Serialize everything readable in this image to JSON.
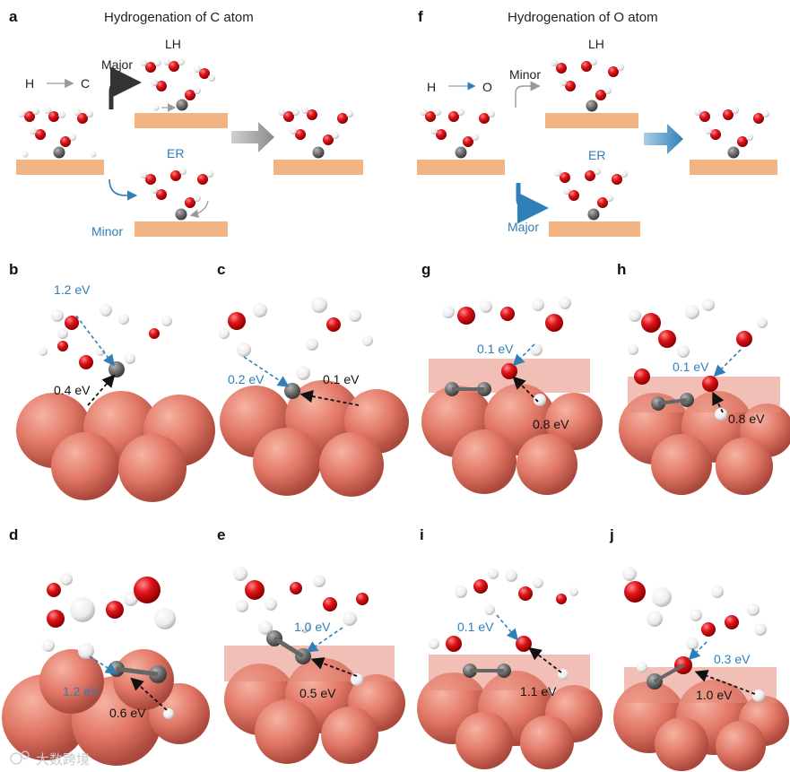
{
  "panels": {
    "a": {
      "letter": "a",
      "title": "Hydrogenation of C atom",
      "from": "H",
      "to": "C",
      "top_path": "LH",
      "top_path_label": "Major",
      "bottom_path": "ER",
      "bottom_path_label": "Minor"
    },
    "f": {
      "letter": "f",
      "title": "Hydrogenation of O atom",
      "from": "H",
      "to": "O",
      "top_path": "LH",
      "top_path_label": "Minor",
      "bottom_path": "ER",
      "bottom_path_label": "Major"
    },
    "b": {
      "letter": "b",
      "ev_blue": "1.2 eV",
      "ev_black": "0.4 eV"
    },
    "c": {
      "letter": "c",
      "ev_blue": "0.2 eV",
      "ev_black": "0.1 eV"
    },
    "g": {
      "letter": "g",
      "ev_blue": "0.1 eV",
      "ev_black": "0.8 eV"
    },
    "h": {
      "letter": "h",
      "ev_blue": "0.1 eV",
      "ev_black": "0.8 eV"
    },
    "d": {
      "letter": "d",
      "ev_blue": "1.2 eV",
      "ev_black": "0.6 eV"
    },
    "e": {
      "letter": "e",
      "ev_blue": "1.0 eV",
      "ev_black": "0.5 eV"
    },
    "i": {
      "letter": "i",
      "ev_blue": "0.1 eV",
      "ev_black": "1.1 eV"
    },
    "j": {
      "letter": "j",
      "ev_blue": "0.3 eV",
      "ev_black": "1.0 eV"
    }
  },
  "watermark": "大数跨境",
  "colors": {
    "oxygen": "#e0141b",
    "hydrogen": "#f4f4f4",
    "carbon": "#6e6e6e",
    "surface": "#f2b483",
    "copper": "#e27766",
    "blue": "#2f7fb8"
  }
}
